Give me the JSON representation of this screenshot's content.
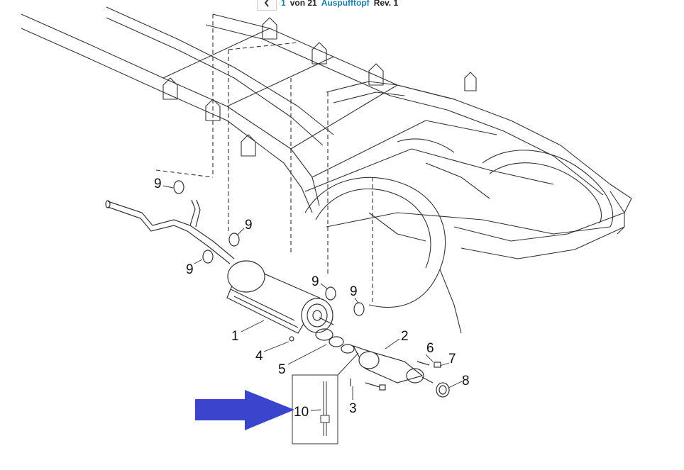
{
  "header": {
    "back_icon": "chevron-left-icon",
    "page_current": "1",
    "page_of": "von 21",
    "section_link": "Auspufftopf",
    "revision": "Rev. 1"
  },
  "diagram": {
    "title": "",
    "callouts": {
      "c1": "1",
      "c2": "2",
      "c3": "3",
      "c4": "4",
      "c5": "5",
      "c6": "6",
      "c7": "7",
      "c8": "8",
      "c9a": "9",
      "c9b": "9",
      "c9c": "9",
      "c9d": "9",
      "c9e": "9",
      "c10": "10"
    },
    "highlight_arrow_color": "#3a44cc"
  }
}
